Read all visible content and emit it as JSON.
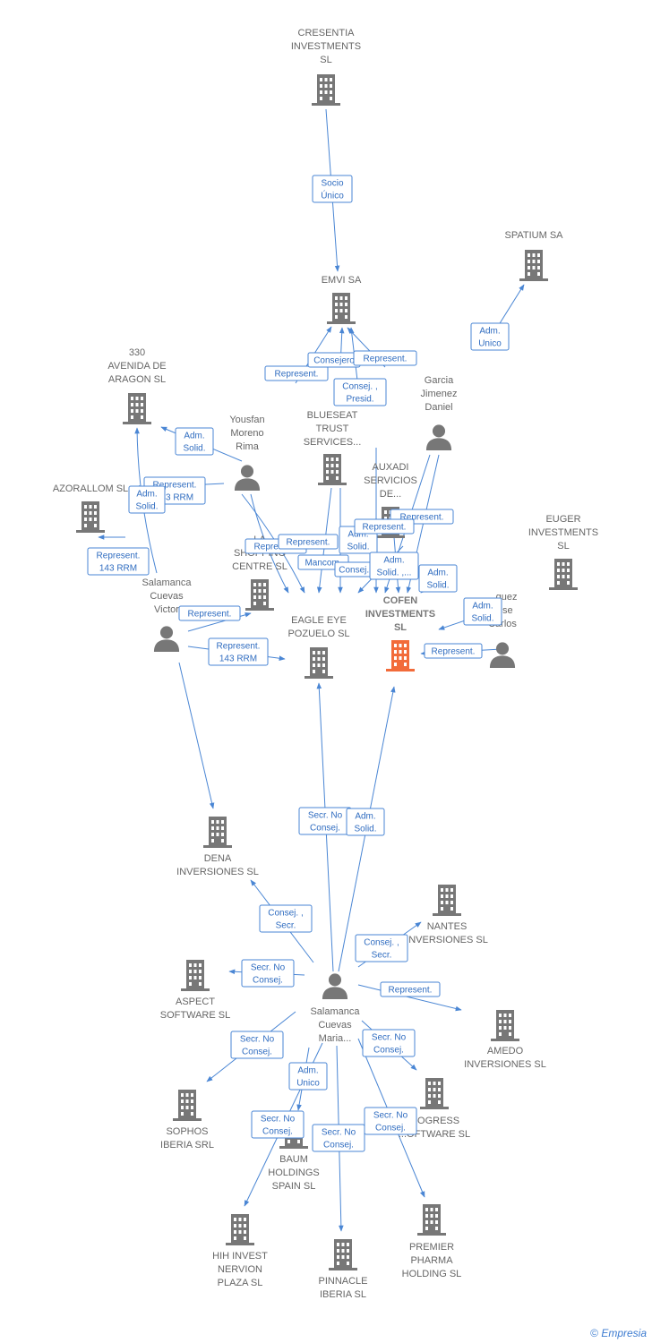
{
  "colors": {
    "accent": "#4a86d4",
    "node": "#777777",
    "focus": "#f26b3a"
  },
  "nodes": [
    {
      "id": "cresentia",
      "kind": "company",
      "label": [
        "CRESENTIA",
        "INVESTMENTS",
        "SL"
      ]
    },
    {
      "id": "emvi",
      "kind": "company",
      "label": [
        "EMVI SA"
      ]
    },
    {
      "id": "spatium",
      "kind": "company",
      "label": [
        "SPATIUM SA"
      ]
    },
    {
      "id": "avenida",
      "kind": "company",
      "label": [
        "330",
        "AVENIDA DE",
        "ARAGON SL"
      ]
    },
    {
      "id": "garcia",
      "kind": "person",
      "label": [
        "Garcia",
        "Jimenez",
        "Daniel"
      ]
    },
    {
      "id": "yousfan",
      "kind": "person",
      "label": [
        "Yousfan",
        "Moreno",
        "Rima"
      ]
    },
    {
      "id": "blueseat",
      "kind": "company",
      "label": [
        "BLUESEAT",
        "TRUST",
        "SERVICES..."
      ]
    },
    {
      "id": "azorallom",
      "kind": "company",
      "label": [
        "AZORALLOM SL"
      ]
    },
    {
      "id": "auxadi",
      "kind": "company",
      "label": [
        "AUXADI",
        "SERVICIOS",
        "DE..."
      ]
    },
    {
      "id": "euger",
      "kind": "company",
      "label": [
        "EUGER",
        "INVESTMENTS",
        "SL"
      ]
    },
    {
      "id": "lashopping",
      "kind": "company",
      "label": [
        "LA",
        "SHOPPING",
        "CENTRE SL"
      ]
    },
    {
      "id": "salvictor",
      "kind": "person",
      "label": [
        "Salamanca",
        "Cuevas",
        "Victor"
      ]
    },
    {
      "id": "eagle",
      "kind": "company",
      "label": [
        "EAGLE EYE",
        "POZUELO  SL"
      ]
    },
    {
      "id": "cofen",
      "kind": "focus",
      "label": [
        "COFEN",
        "INVESTMENTS",
        "SL"
      ]
    },
    {
      "id": "rodriguez",
      "kind": "person",
      "label": [
        "...guez",
        "Jose",
        "Carlos"
      ]
    },
    {
      "id": "dena",
      "kind": "company",
      "label": [
        "DENA",
        "INVERSIONES SL"
      ]
    },
    {
      "id": "nantes",
      "kind": "company",
      "label": [
        "NANTES",
        "INVERSIONES SL"
      ]
    },
    {
      "id": "aspect",
      "kind": "company",
      "label": [
        "ASPECT",
        "SOFTWARE SL"
      ]
    },
    {
      "id": "salmaria",
      "kind": "person",
      "label": [
        "Salamanca",
        "Cuevas",
        "Maria..."
      ]
    },
    {
      "id": "amedo",
      "kind": "company",
      "label": [
        "AMEDO",
        "INVERSIONES SL"
      ]
    },
    {
      "id": "sophos",
      "kind": "company",
      "label": [
        "SOPHOS",
        "IBERIA SRL"
      ]
    },
    {
      "id": "progress",
      "kind": "company",
      "label": [
        "...OGRESS",
        "...OFTWARE SL"
      ]
    },
    {
      "id": "baum",
      "kind": "company",
      "label": [
        "BAUM",
        "HOLDINGS",
        "SPAIN  SL"
      ]
    },
    {
      "id": "hih",
      "kind": "company",
      "label": [
        "HIH INVEST",
        "NERVION",
        "PLAZA  SL"
      ]
    },
    {
      "id": "pinnacle",
      "kind": "company",
      "label": [
        "PINNACLE",
        "IBERIA  SL"
      ]
    },
    {
      "id": "premier",
      "kind": "company",
      "label": [
        "PREMIER",
        "PHARMA",
        "HOLDING SL"
      ]
    }
  ],
  "relations": [
    {
      "id": "r1",
      "label": [
        "Socio",
        "Único"
      ]
    },
    {
      "id": "r2",
      "label": [
        "Adm.",
        "Unico"
      ]
    },
    {
      "id": "r3",
      "label": [
        "Represent."
      ]
    },
    {
      "id": "r4",
      "label": [
        "Consejero"
      ]
    },
    {
      "id": "r5",
      "label": [
        "Represent."
      ]
    },
    {
      "id": "r6",
      "label": [
        "Consej. ,",
        "Presid."
      ]
    },
    {
      "id": "r7",
      "label": [
        "Adm.",
        "Solid."
      ]
    },
    {
      "id": "r8",
      "label": [
        "Represent.",
        "143 RRM"
      ]
    },
    {
      "id": "r9",
      "label": [
        "Adm.",
        "Solid."
      ]
    },
    {
      "id": "r10",
      "label": [
        "Represent.",
        "143 RRM"
      ]
    },
    {
      "id": "r11",
      "label": [
        "Represent."
      ]
    },
    {
      "id": "r12",
      "label": [
        "Represent."
      ]
    },
    {
      "id": "r13",
      "label": [
        "Represent."
      ]
    },
    {
      "id": "r14",
      "label": [
        "Adm.",
        "Solid."
      ]
    },
    {
      "id": "r15",
      "label": [
        "Mancom."
      ]
    },
    {
      "id": "r16",
      "label": [
        "Consej. ,"
      ]
    },
    {
      "id": "r17",
      "label": [
        "Adm.",
        "Solid. ,..."
      ]
    },
    {
      "id": "r18",
      "label": [
        "Adm.",
        "Solid."
      ]
    },
    {
      "id": "r19",
      "label": [
        "Adm.",
        "Solid."
      ]
    },
    {
      "id": "r20",
      "label": [
        "Represent."
      ]
    },
    {
      "id": "r21",
      "label": [
        "Represent."
      ]
    },
    {
      "id": "r22",
      "label": [
        "Represent.",
        "143 RRM"
      ]
    },
    {
      "id": "r23",
      "label": [
        "Represent."
      ]
    },
    {
      "id": "r24",
      "label": [
        "Secr.  No",
        "Consej."
      ]
    },
    {
      "id": "r25",
      "label": [
        "Adm.",
        "Solid."
      ]
    },
    {
      "id": "r26",
      "label": [
        "Consej. ,",
        "Secr."
      ]
    },
    {
      "id": "r27",
      "label": [
        "Consej. ,",
        "Secr."
      ]
    },
    {
      "id": "r28",
      "label": [
        "Secr.  No",
        "Consej."
      ]
    },
    {
      "id": "r29",
      "label": [
        "Represent."
      ]
    },
    {
      "id": "r30",
      "label": [
        "Secr.  No",
        "Consej."
      ]
    },
    {
      "id": "r31",
      "label": [
        "Secr.  No",
        "Consej."
      ]
    },
    {
      "id": "r32",
      "label": [
        "Adm.",
        "Unico"
      ]
    },
    {
      "id": "r33",
      "label": [
        "Secr.  No",
        "Consej."
      ]
    },
    {
      "id": "r34",
      "label": [
        "Secr.  No",
        "Consej."
      ]
    },
    {
      "id": "r35",
      "label": [
        "Secr.  No",
        "Consej."
      ]
    }
  ],
  "footer": {
    "copyright": "©",
    "brand": "Empresia"
  }
}
